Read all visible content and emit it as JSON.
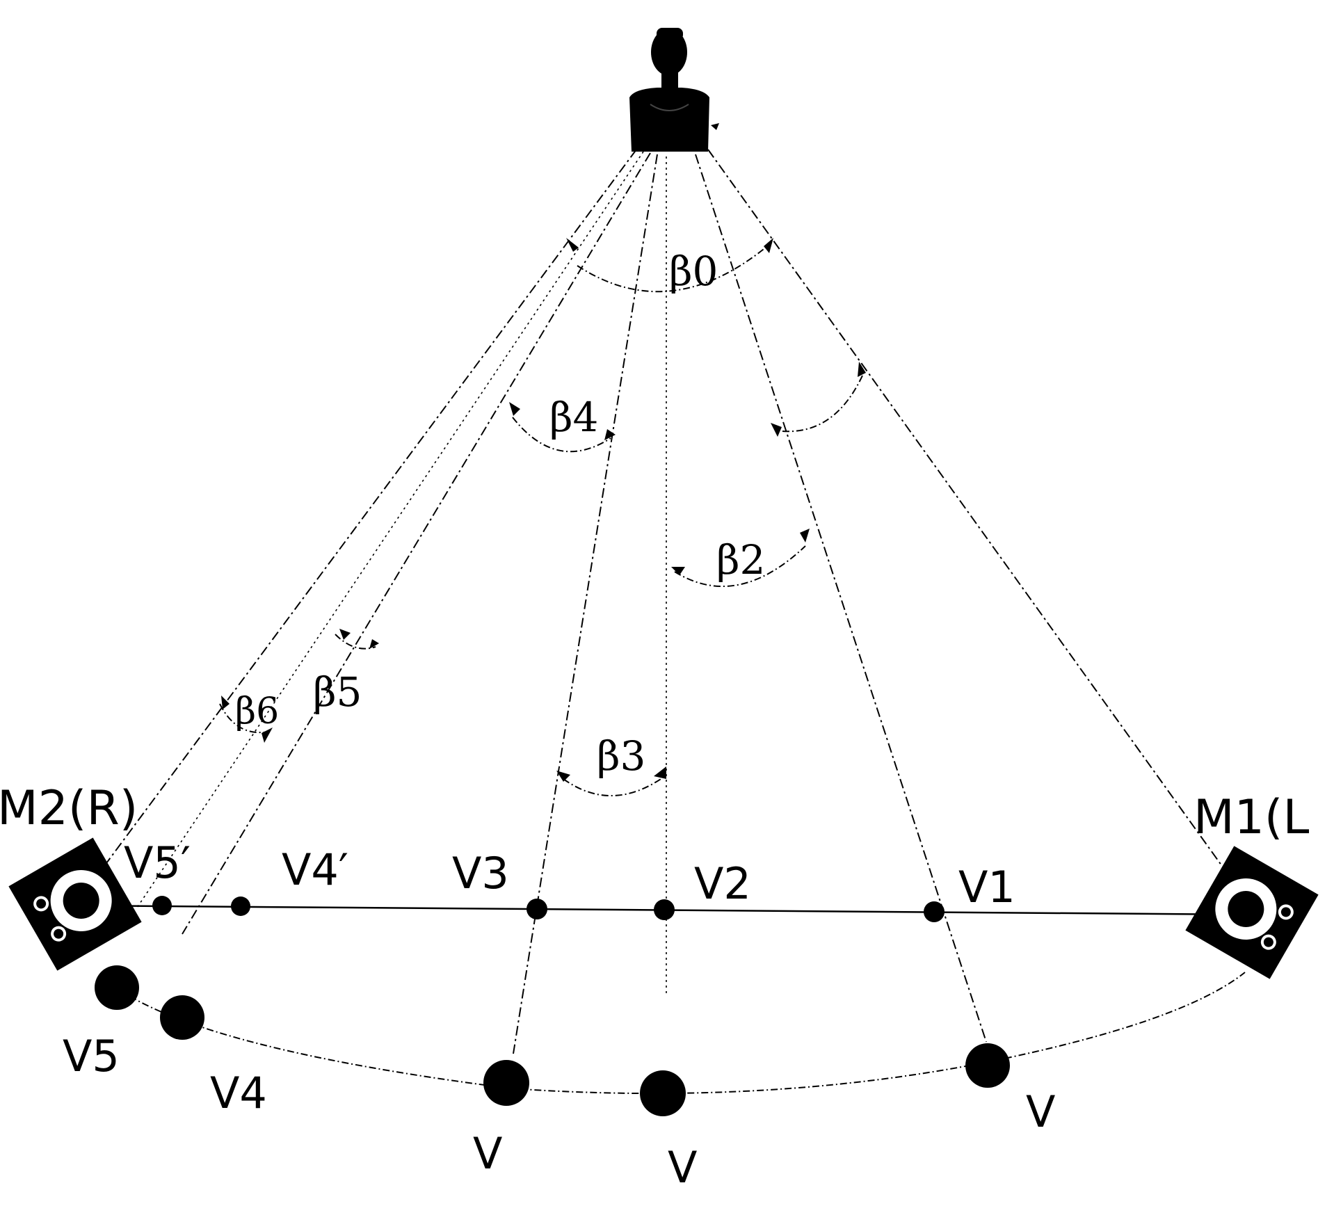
{
  "labels": {
    "m2": "M2(R)",
    "m1": "M1(L",
    "v5p": "V5′",
    "v4p": "V4′",
    "v3": "V3",
    "v2": "V2",
    "v1": "V1",
    "v5": "V5",
    "v4": "V4",
    "v_a": "V",
    "v_b": "V",
    "v_c": "V"
  },
  "angles": {
    "b0": "β0",
    "b2": "β2",
    "b3": "β3",
    "b4": "β4",
    "b5": "β5",
    "b6": "β6"
  },
  "icons": {
    "listener": "listener-bust-icon",
    "speaker_left": "loudspeaker-icon",
    "speaker_right": "loudspeaker-icon"
  },
  "colors": {
    "ink": "#000000",
    "paper": "#ffffff"
  }
}
